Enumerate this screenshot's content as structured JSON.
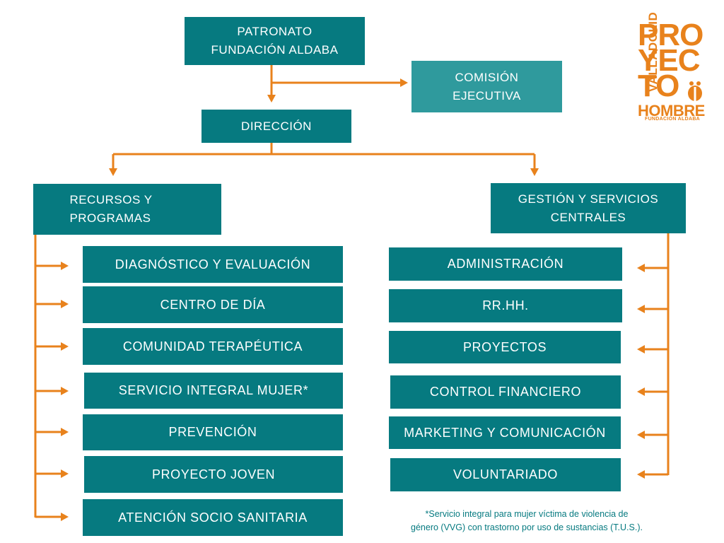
{
  "top": {
    "patronato": {
      "line1": "PATRONATO",
      "line2": "FUNDACIÓN ALDABA"
    },
    "comision": {
      "line1": "COMISIÓN",
      "line2": "EJECUTIVA"
    },
    "direccion": "DIRECCIÓN"
  },
  "left": {
    "header": {
      "line1": "RECURSOS Y",
      "line2": "PROGRAMAS"
    },
    "items": [
      "DIAGNÓSTICO Y EVALUACIÓN",
      "CENTRO DE DÍA",
      "COMUNIDAD TERAPÉUTICA",
      "SERVICIO INTEGRAL MUJER*",
      "PREVENCIÓN",
      "PROYECTO JOVEN",
      "ATENCIÓN SOCIO SANITARIA"
    ]
  },
  "right": {
    "header": {
      "line1": "GESTIÓN Y SERVICIOS",
      "line2": "CENTRALES"
    },
    "items": [
      "ADMINISTRACIÓN",
      "RR.HH.",
      "PROYECTOS",
      "CONTROL FINANCIERO",
      "MARKETING Y COMUNICACIÓN",
      "VOLUNTARIADO"
    ]
  },
  "logo": {
    "vertical": "VALLADOLID",
    "line1": "PRO",
    "line2": "YEC",
    "line3": "TO",
    "line4": "HOMBRE",
    "line5": "FUNDACIÓN ALDABA"
  },
  "footnote": {
    "line1": "*Servicio integral para mujer víctima de violencia de",
    "line2": "género (VVG) con trastorno por uso de sustancias (T.U.S.)."
  },
  "colors": {
    "box": "#067a80",
    "box_light": "#2f9a9d",
    "connector": "#e8821c"
  }
}
